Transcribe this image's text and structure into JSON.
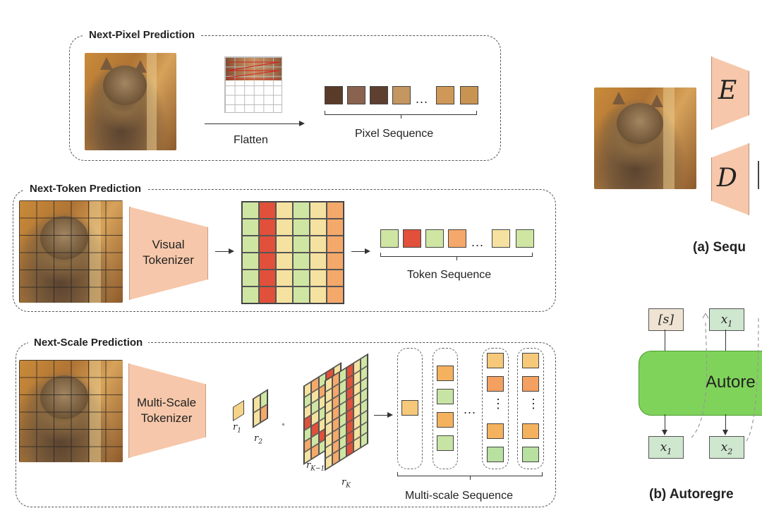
{
  "panels": {
    "pixel": {
      "title": "Next-Pixel Prediction",
      "flatten_label": "Flatten",
      "sequence_label": "Pixel Sequence",
      "ellipsis": "...",
      "pixel_colors": [
        "#5a3a28",
        "#8a6250",
        "#5e4030",
        "#c49660",
        "#d09858",
        "#c89452"
      ]
    },
    "token": {
      "title": "Next-Token Prediction",
      "tokenizer_label": "Visual Tokenizer",
      "sequence_label": "Token Sequence",
      "ellipsis": "...",
      "token_colors": [
        "#cfe6a3",
        "#e0503a",
        "#cfe6a3",
        "#f4a86a",
        "#f5e2a0",
        "#cfe6a3"
      ]
    },
    "scale": {
      "title": "Next-Scale Prediction",
      "tokenizer_label": "Multi-Scale Tokenizer",
      "sequence_label": "Multi-scale Sequence",
      "scale_r1": "r",
      "scale_r1_sub": "1",
      "scale_r2": "r",
      "scale_r2_sub": "2",
      "scale_rk1": "r",
      "scale_rk1_sub": "K−1",
      "scale_rk": "r",
      "scale_rk_sub": "K",
      "ellipsis": "...",
      "vdots": "⋮"
    }
  },
  "right": {
    "encoder_letter": "E",
    "decoder_letter": "D",
    "caption_a": "(a) Sequ",
    "start_token": "[s]",
    "x1_top": "x",
    "x1_top_sub": "1",
    "x1_bottom": "x",
    "x1_bottom_sub": "1",
    "x2_bottom": "x",
    "x2_bottom_sub": "2",
    "ar_label": "Autore",
    "caption_b": "(b) Autoregre"
  },
  "colors": {
    "tokenizer_fill": "#f6c7aa",
    "ar_green": "#7fd35a",
    "token_node": "#cfe6cf",
    "start_node": "#efe3d3",
    "heat_red": "#e0503a",
    "heat_orange": "#f4a86a",
    "heat_yellow": "#f5e2a0",
    "heat_green": "#cfe6a3"
  }
}
